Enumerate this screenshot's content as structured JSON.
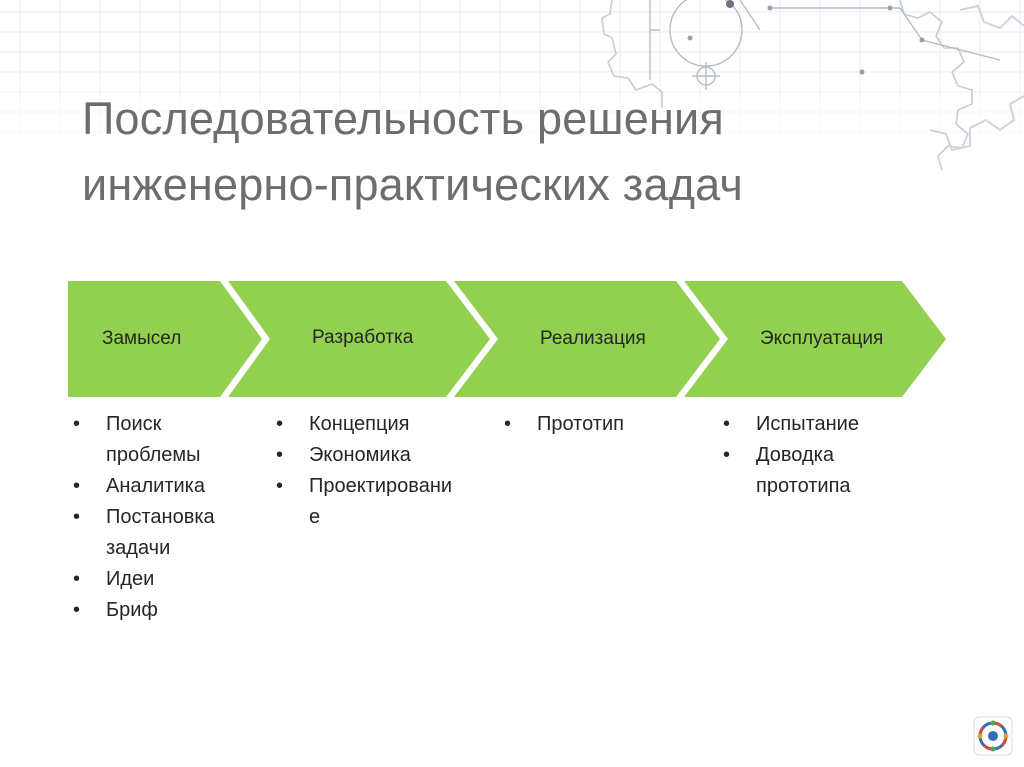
{
  "slide": {
    "title_line1": "Последовательность решения",
    "title_line2": "инженерно-практических задач"
  },
  "stages": [
    {
      "label": "Замысел",
      "items": [
        "Поиск проблемы",
        "Аналитика",
        "Постановка задачи",
        "Идеи",
        "Бриф"
      ]
    },
    {
      "label": "Разработка",
      "items": [
        "Концепция",
        "Экономика",
        "Проектирование"
      ]
    },
    {
      "label": "Реализация",
      "items": [
        "Прототип"
      ]
    },
    {
      "label": "Эксплуатация",
      "items": [
        "Испытание",
        "Доводка прототипа"
      ]
    }
  ],
  "colors": {
    "chevron_fill": "#92d050",
    "title_text": "#6d6d6d",
    "body_text": "#262626",
    "grid_line": "#e4eaf2",
    "gear_outline": "#c9ced6"
  },
  "icons": {
    "background": "gear-blueprint-icon",
    "logo": "emblem-logo-icon"
  }
}
